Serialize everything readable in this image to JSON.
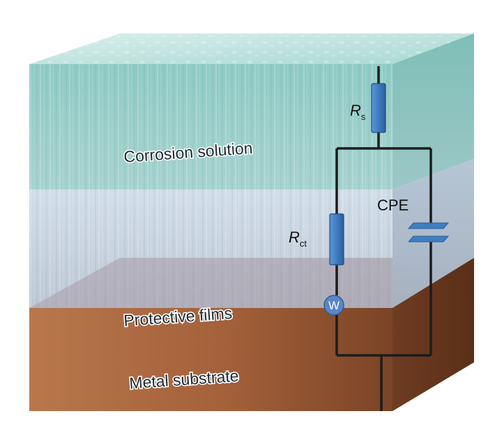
{
  "layers": {
    "solution_label": "Corrosion solution",
    "film_label": "Protective films",
    "substrate_label": "Metal substrate"
  },
  "circuit": {
    "rs": {
      "main": "R",
      "sub": "s"
    },
    "rct": {
      "main": "R",
      "sub": "ct"
    },
    "cpe": "CPE",
    "warburg": "W"
  },
  "colors": {
    "solution": "#9fd2cc",
    "film": "#c7d4e2",
    "substrate": "#a35f38",
    "wire": "#1c1c1c",
    "resistor": "#3f7dc1",
    "warburg": "#5a86c5"
  }
}
